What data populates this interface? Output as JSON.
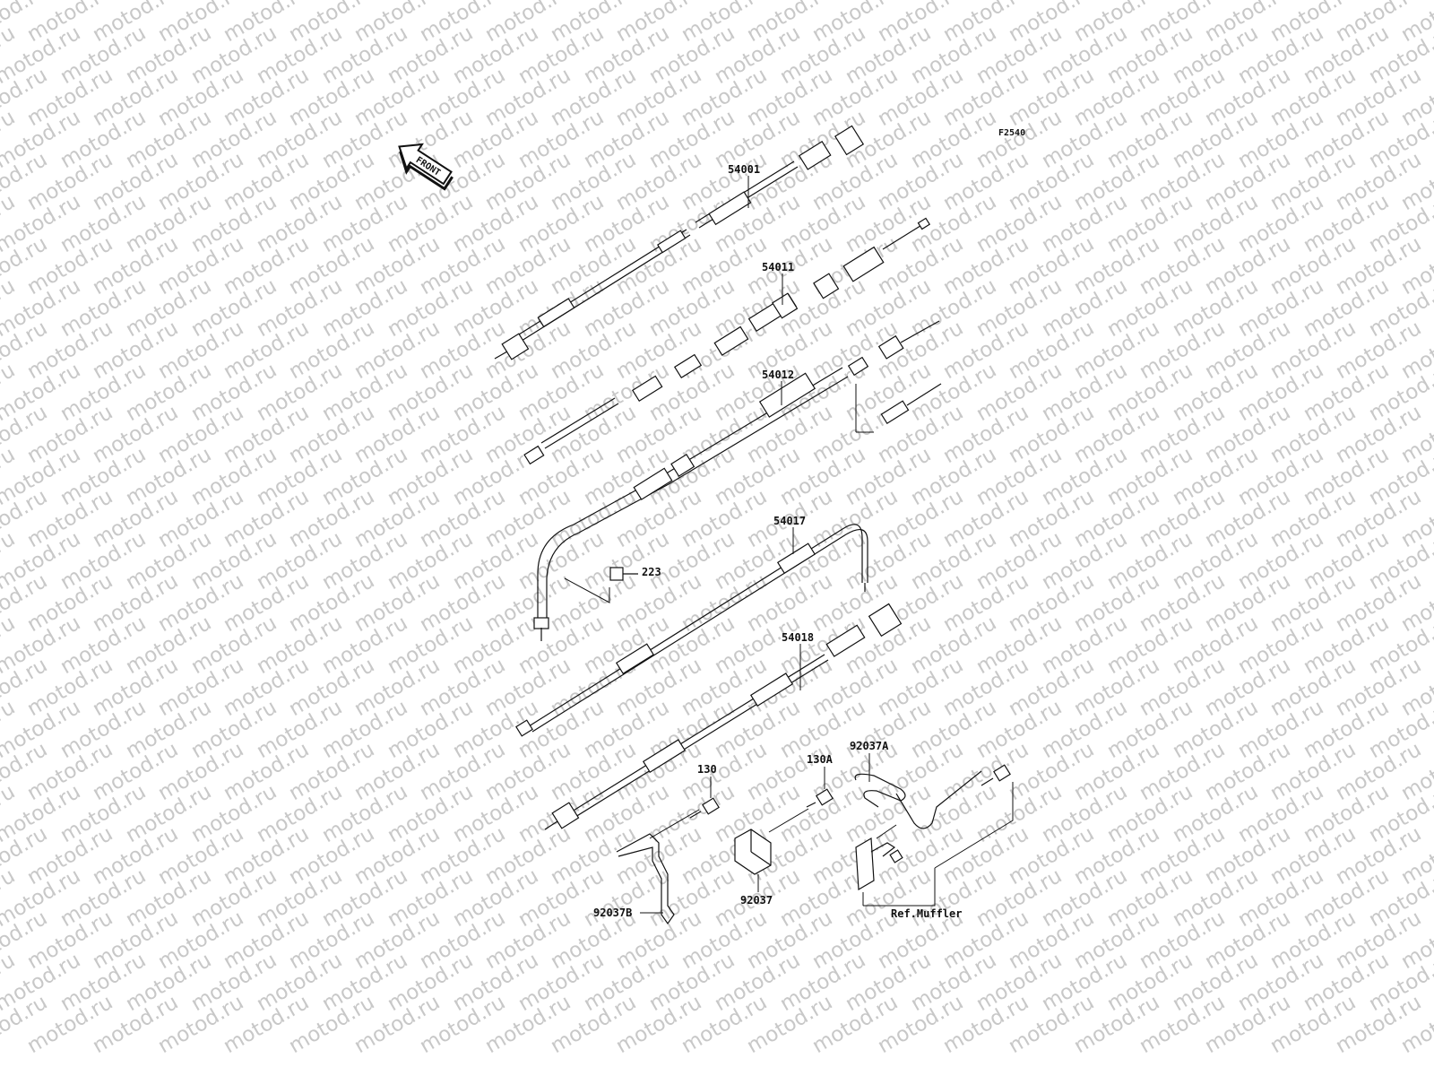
{
  "watermark": "motod.ru",
  "figure_code": "F2540",
  "front_arrow_label": "FRONT",
  "parts": {
    "speedometer_cable": "54001",
    "clutch_cable": "54011",
    "throttle_cable_upper": "54012",
    "throttle_cable_lower": "54017",
    "tachometer_cable": "54018",
    "screw": "223",
    "bolt": "130",
    "bolt_a": "130A",
    "clamp": "92037",
    "clamp_a": "92037A",
    "clamp_b": "92037B"
  },
  "ref_muffler": "Ref.Muffler"
}
